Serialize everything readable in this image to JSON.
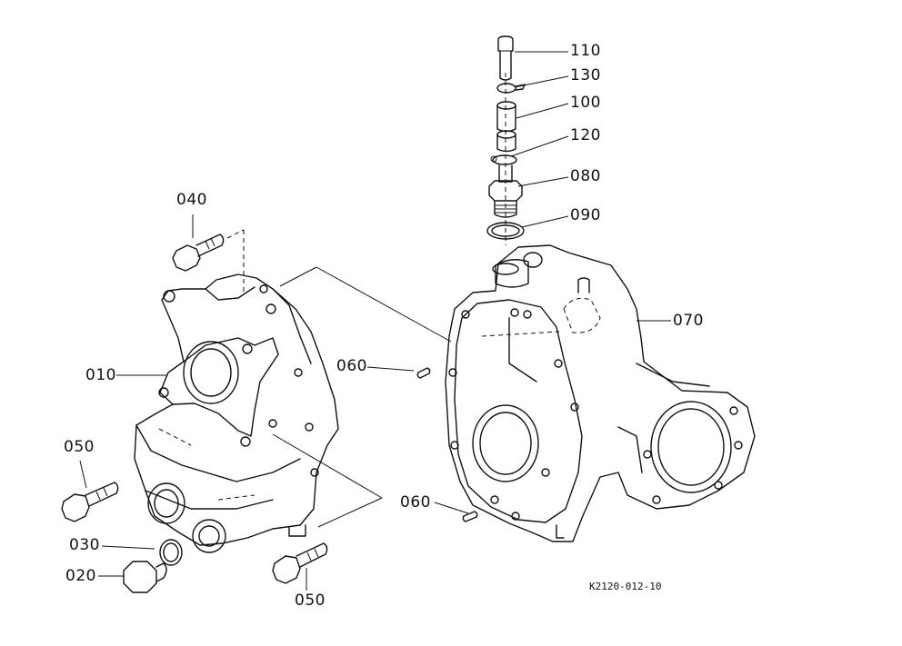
{
  "diagram": {
    "drawing_code": "K2120-012-10",
    "labels": {
      "p110": "110",
      "p130": "130",
      "p100": "100",
      "p120": "120",
      "p080": "080",
      "p090": "090",
      "p070": "070",
      "p040": "040",
      "p010": "010",
      "p060a": "060",
      "p060b": "060",
      "p050a": "050",
      "p050b": "050",
      "p030": "030",
      "p020": "020"
    }
  }
}
